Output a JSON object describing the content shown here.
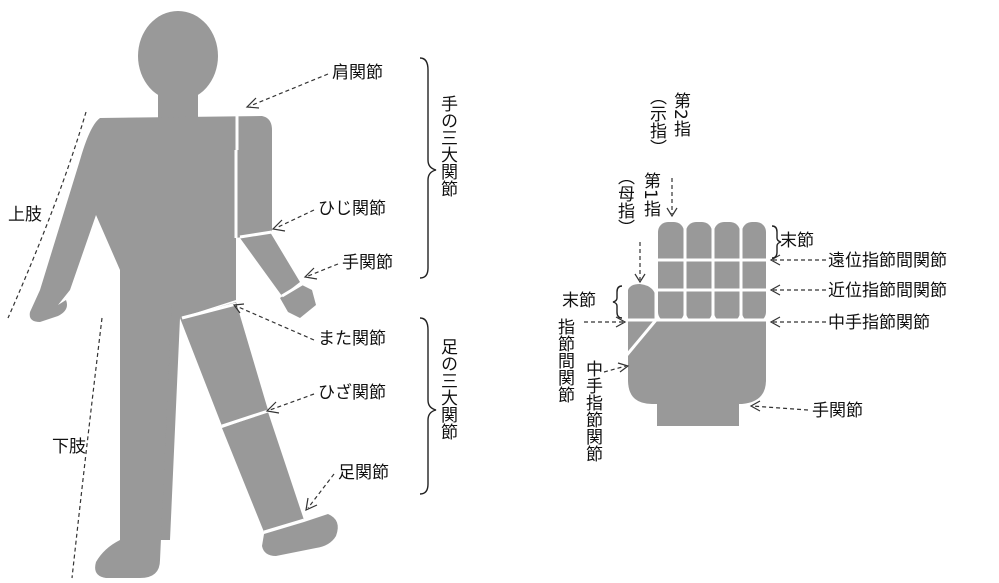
{
  "colors": {
    "silhouette": "#999999",
    "seam": "#ffffff",
    "text": "#111111",
    "leader": "#333333"
  },
  "body": {
    "shoulder": "肩関節",
    "elbow": "ひじ関節",
    "wrist": "手関節",
    "hip": "また関節",
    "knee": "ひざ関節",
    "ankle": "足関節",
    "upper_limb": "上肢",
    "lower_limb": "下肢",
    "arm_group": "手の三大関節",
    "leg_group": "足の三大関節"
  },
  "hand": {
    "finger2": "第2指",
    "finger2_sub": "（示指）",
    "finger1": "第1指",
    "finger1_sub": "（母指）",
    "distal_phalanx_right": "末節",
    "distal_phalanx_left": "末節",
    "dip": "遠位指節間関節",
    "pip": "近位指節間関節",
    "mcp": "中手指節関節",
    "ip": "指節間関節",
    "thumb_mcp": "中手指節関節",
    "wrist": "手関節"
  }
}
